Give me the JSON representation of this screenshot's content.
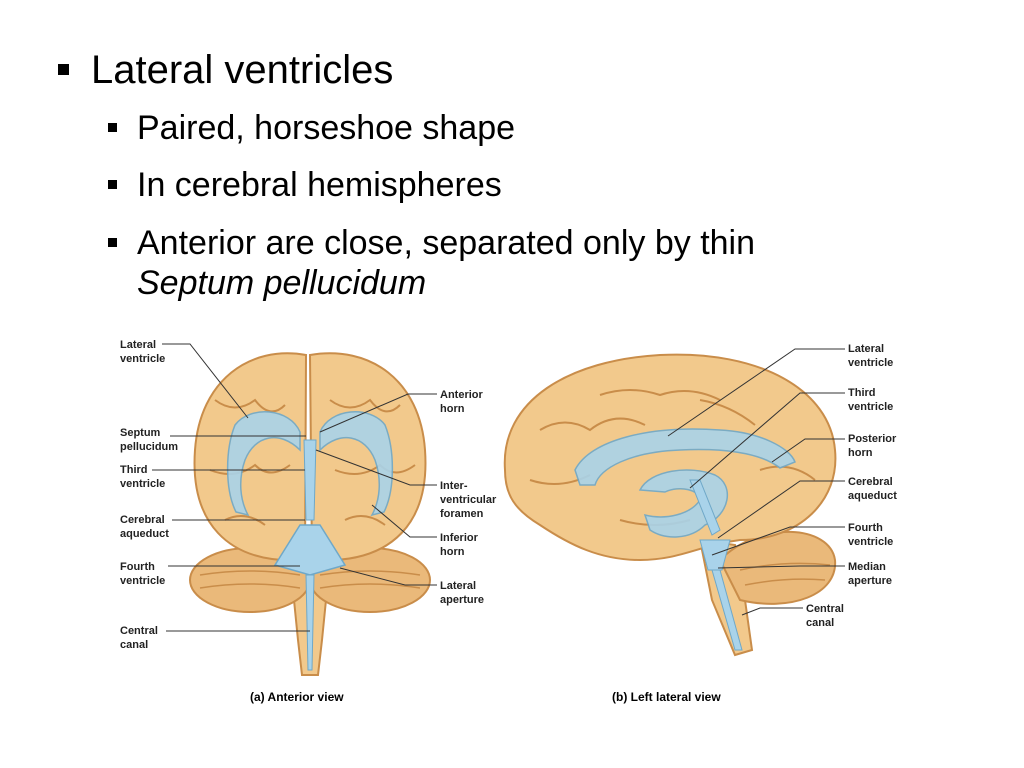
{
  "bullets": {
    "main": "Lateral ventricles",
    "sub": [
      "Paired, horseshoe shape",
      "In cerebral hemispheres",
      "Anterior are close, separated only by thin"
    ],
    "sub_italic": "Septum pellucidum"
  },
  "figure": {
    "anterior": {
      "caption": "(a) Anterior view",
      "labels_left": [
        [
          "Lateral",
          "ventricle"
        ],
        [
          "Septum",
          "pellucidum"
        ],
        [
          "Third",
          "ventricle"
        ],
        [
          "Cerebral",
          "aqueduct"
        ],
        [
          "Fourth",
          "ventricle"
        ],
        [
          "Central",
          "canal"
        ]
      ],
      "labels_right": [
        [
          "Anterior",
          "horn"
        ],
        [
          "Inter-",
          "ventricular",
          "foramen"
        ],
        [
          "Inferior",
          "horn"
        ],
        [
          "Lateral",
          "aperture"
        ]
      ]
    },
    "lateral": {
      "caption": "(b) Left lateral view",
      "labels": [
        [
          "Lateral",
          "ventricle"
        ],
        [
          "Third",
          "ventricle"
        ],
        [
          "Posterior",
          "horn"
        ],
        [
          "Cerebral",
          "aqueduct"
        ],
        [
          "Fourth",
          "ventricle"
        ],
        [
          "Median",
          "aperture"
        ],
        [
          "Central",
          "canal"
        ]
      ]
    },
    "colors": {
      "brain": "#f2c98c",
      "brain_dark": "#c98d4a",
      "ventricle": "#a9d3ea",
      "ventricle_edge": "#6fa8c8",
      "line": "#333333"
    }
  }
}
